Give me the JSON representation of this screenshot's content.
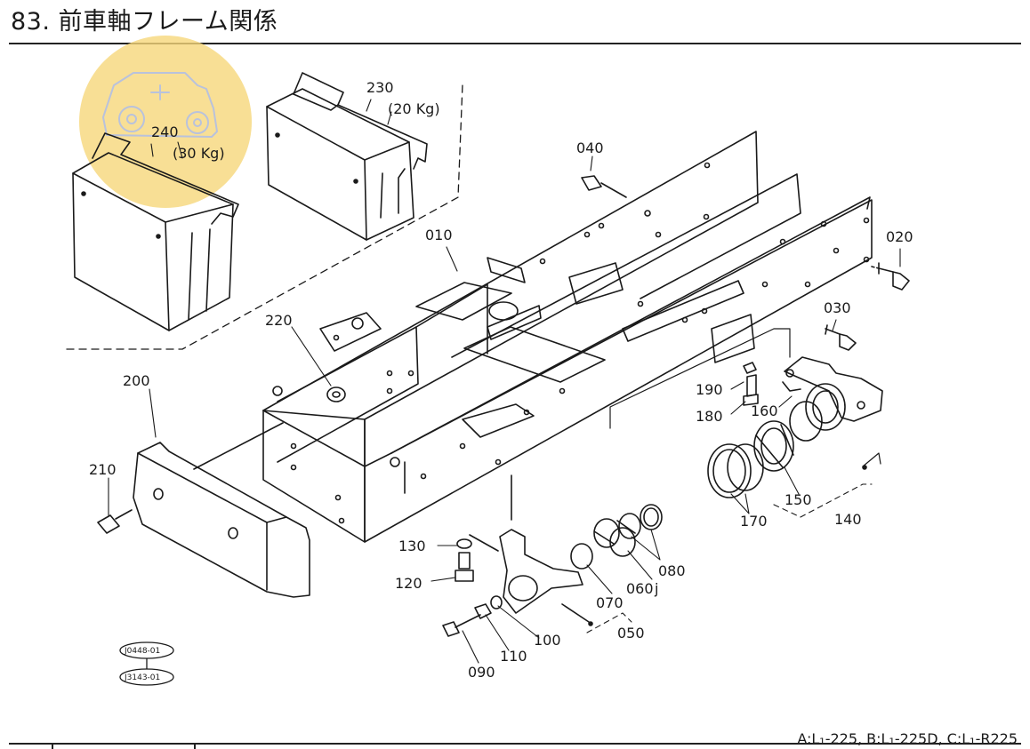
{
  "header": {
    "title": "83. 前車軸フレーム関係"
  },
  "callouts": {
    "p010": "010",
    "p020": "020",
    "p030": "030",
    "p040": "040",
    "p050": "050",
    "p060": "060",
    "p060_suffix": "j",
    "p070": "070",
    "p080": "080",
    "p090": "090",
    "p100": "100",
    "p110": "110",
    "p120": "120",
    "p130": "130",
    "p140": "140",
    "p150": "150",
    "p160": "160",
    "p170": "170",
    "p180": "180",
    "p190": "190",
    "p200": "200",
    "p210": "210",
    "p220": "220",
    "p230": "230",
    "p240": "240"
  },
  "weights": {
    "w230": "(20 Kg)",
    "w240": "(30 Kg)"
  },
  "stamps": {
    "s1": "J0448-01",
    "s2": "J3143-01"
  },
  "footer": {
    "models": "A:L₁-225, B:L₁-225D, C:L₁-R225"
  },
  "colors": {
    "ink": "#1a1a1a",
    "watermark": "#f6d77a",
    "watermark_line": "#b9c2dc"
  },
  "icons": {
    "watermark": "tractor-icon"
  }
}
